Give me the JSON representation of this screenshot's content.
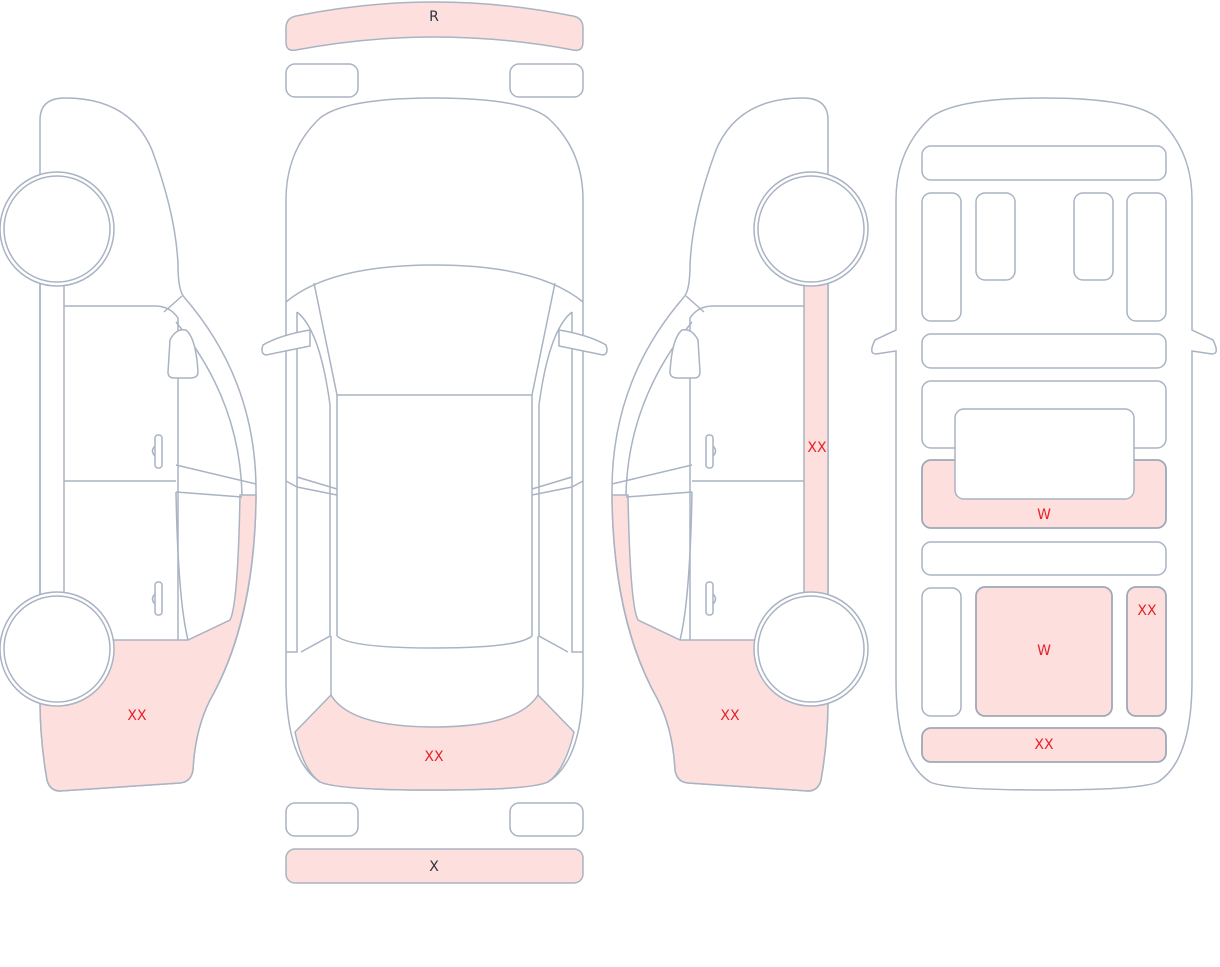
{
  "colors": {
    "outline": "#a9b3c3",
    "damage_fill": "#fde0dd",
    "damage_text": "#e8202a",
    "plain_text": "#2d3340"
  },
  "top_view": {
    "front_bumper_label": "R",
    "rear_bumper_label": "X",
    "rear_panel_label": "XX"
  },
  "left_side": {
    "rear_quarter_label": "XX"
  },
  "right_side": {
    "pillar_label": "XX",
    "rear_quarter_label": "XX"
  },
  "interior": {
    "center_console_label": "W",
    "rear_seat_label": "W",
    "rear_right_label": "XX",
    "trunk_label": "XX"
  }
}
